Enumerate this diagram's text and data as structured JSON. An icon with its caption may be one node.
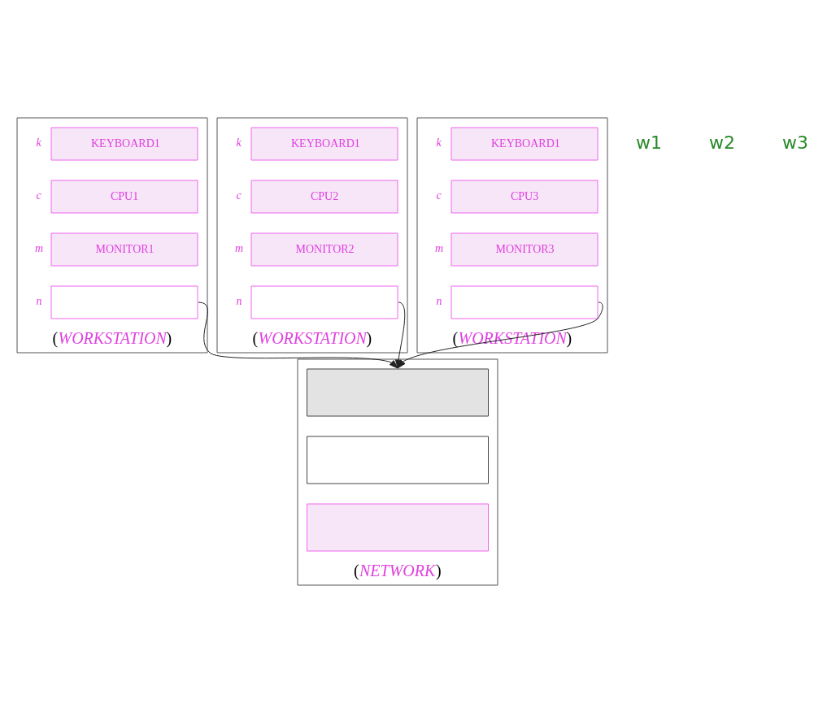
{
  "diagram": {
    "nodes": [
      {
        "text": [],
        "shape": "box",
        "beside": [
          "(WORKSTATION)"
        ]
      },
      {
        "text": [
          "KEYBOARD1"
        ],
        "in": 0,
        "beside": [
          "k"
        ]
      },
      {
        "text": [
          "CPU1"
        ],
        "in": 0,
        "beside": [
          "c"
        ]
      },
      {
        "text": [
          "MONITOR1"
        ],
        "in": 0,
        "beside": [
          "m"
        ]
      },
      {
        "text": [],
        "shape": "box",
        "in": 0,
        "beside": [
          "n"
        ]
      },
      {
        "text": [],
        "shape": "box",
        "beside": [
          "(WORKSTATION)"
        ]
      },
      {
        "text": [
          "KEYBOARD1"
        ],
        "in": 5,
        "beside": [
          "k"
        ]
      },
      {
        "text": [
          "CPU2"
        ],
        "in": 5,
        "beside": [
          "c"
        ]
      },
      {
        "text": [
          "MONITOR2"
        ],
        "in": 5,
        "beside": [
          "m"
        ]
      },
      {
        "text": [],
        "shape": "box",
        "in": 5,
        "beside": [
          "n"
        ]
      },
      {
        "text": [],
        "shape": "box",
        "beside": [
          "(WORKSTATION)"
        ]
      },
      {
        "text": [
          "KEYBOARD1"
        ],
        "in": 10,
        "beside": [
          "k"
        ]
      },
      {
        "text": [
          "CPU3"
        ],
        "in": 10,
        "beside": [
          "c"
        ]
      },
      {
        "text": [
          "MONITOR3"
        ],
        "in": 10,
        "beside": [
          "m"
        ]
      },
      {
        "text": [],
        "shape": "box",
        "in": 10,
        "beside": [
          "n"
        ]
      },
      {
        "text": [],
        "shape": "box",
        "beside": [
          "(NETWORK)"
        ]
      },
      {
        "text": [],
        "shape": "box",
        "in": 15
      },
      {
        "text": [],
        "shape": "box",
        "in": 15
      },
      {
        "text": [],
        "shape": "box",
        "in": 15
      }
    ],
    "edges": [
      {
        "from": 4,
        "to": 16,
        "arrow": "to"
      },
      {
        "from": 9,
        "to": 16,
        "arrow": "to"
      },
      {
        "from": 14,
        "to": 16,
        "arrow": "to"
      }
    ],
    "labels": [
      "w1",
      "w2",
      "w3"
    ]
  }
}
